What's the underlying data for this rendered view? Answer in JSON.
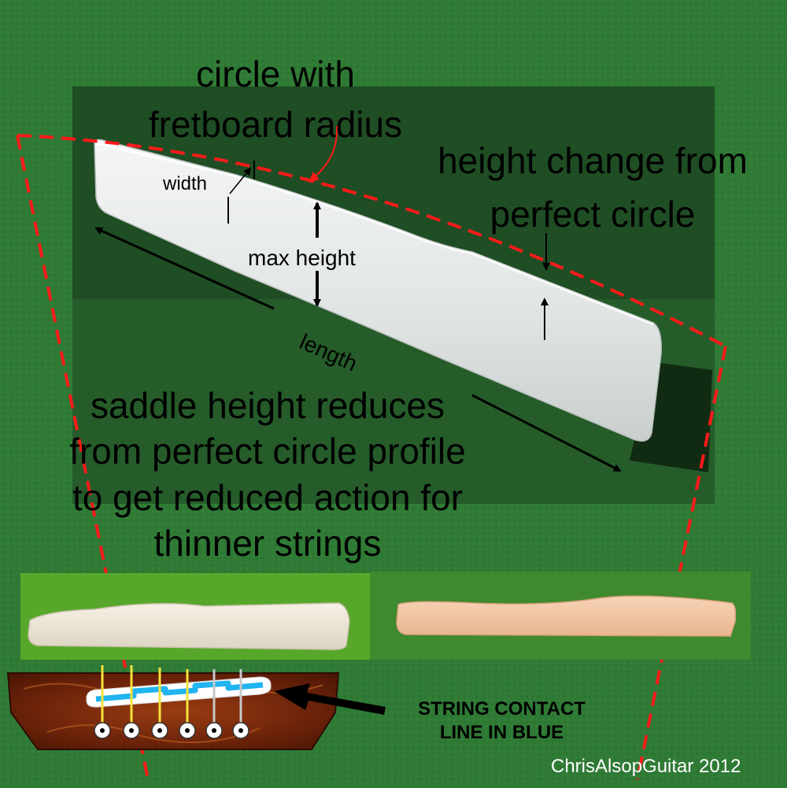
{
  "labels": {
    "circle_radius": "circle with\nfretboard radius",
    "height_change": "height change from\nperfect circle",
    "width": "width",
    "max_height": "max height",
    "length": "length",
    "saddle_note": "saddle height reduces\nfrom perfect circle profile\nto get reduced action for\nthinner strings",
    "string_contact": "STRING CONTACT\nLINE IN BLUE",
    "credit": "ChrisAlsopGuitar 2012"
  },
  "colors": {
    "felt_green": "#2f7a35",
    "photo_dark_green": "#1f4d24",
    "bright_green": "#57a82a",
    "saddle_white": "#e4e8e6",
    "saddle_ivory": "#ece7d9",
    "saddle_pink": "#f2c8a8",
    "guide_red": "#ff1a1a",
    "bridge_wood": "#7a2a0c",
    "contact_blue": "#20b4f0"
  }
}
